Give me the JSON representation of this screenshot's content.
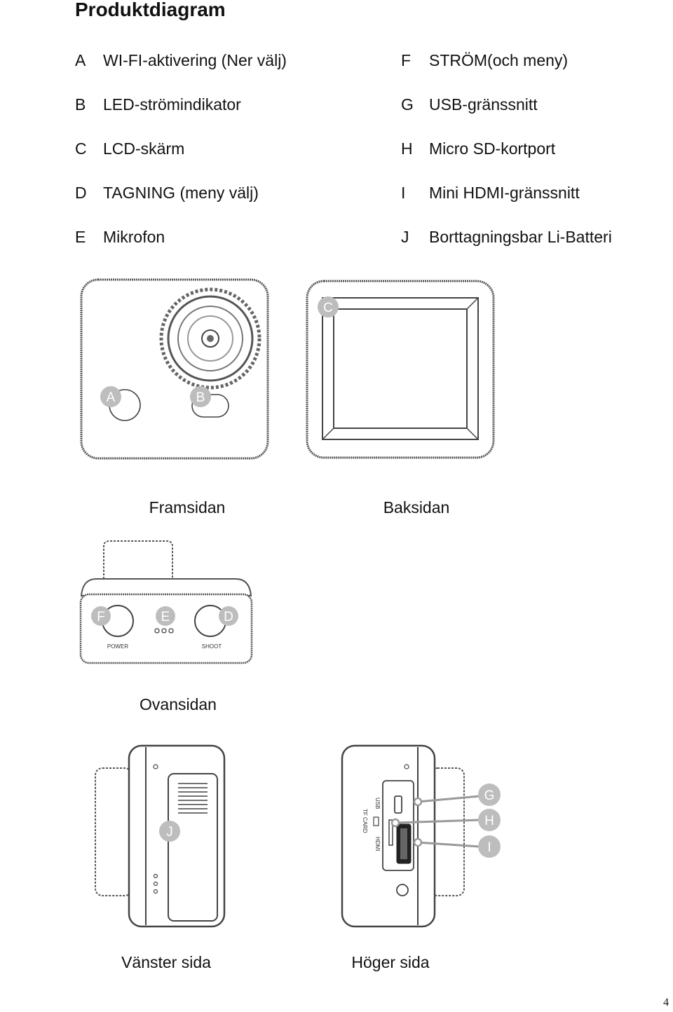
{
  "page": {
    "title": "Produktdiagram",
    "number": "4"
  },
  "legend_left": [
    {
      "code": "A",
      "text": "WI-FI-aktivering (Ner välj)"
    },
    {
      "code": "B",
      "text": "LED-strömindikator"
    },
    {
      "code": "C",
      "text": "LCD-skärm"
    },
    {
      "code": "D",
      "text": "TAGNING (meny välj)"
    },
    {
      "code": "E",
      "text": "Mikrofon"
    }
  ],
  "legend_right": [
    {
      "code": "F",
      "text": "STRÖM(och meny)"
    },
    {
      "code": "G",
      "text": "USB-gränssnitt"
    },
    {
      "code": "H",
      "text": "Micro SD-kortport"
    },
    {
      "code": "I",
      "text": "Mini HDMI-gränssnitt"
    },
    {
      "code": "J",
      "text": "Borttagningsbar Li-Batteri"
    }
  ],
  "views": {
    "front": "Framsidan",
    "back": "Baksidan",
    "top": "Ovansidan",
    "left": "Vänster sida",
    "right": "Höger sida"
  },
  "markers": {
    "a": "A",
    "b": "B",
    "c": "C",
    "d": "D",
    "e": "E",
    "f": "F",
    "g": "G",
    "h": "H",
    "i": "I",
    "j": "J"
  },
  "device_labels": {
    "power": "POWER",
    "shoot": "SHOOT",
    "usb": "USB",
    "tf_card": "TF CARD",
    "hdmi": "HDMI"
  }
}
